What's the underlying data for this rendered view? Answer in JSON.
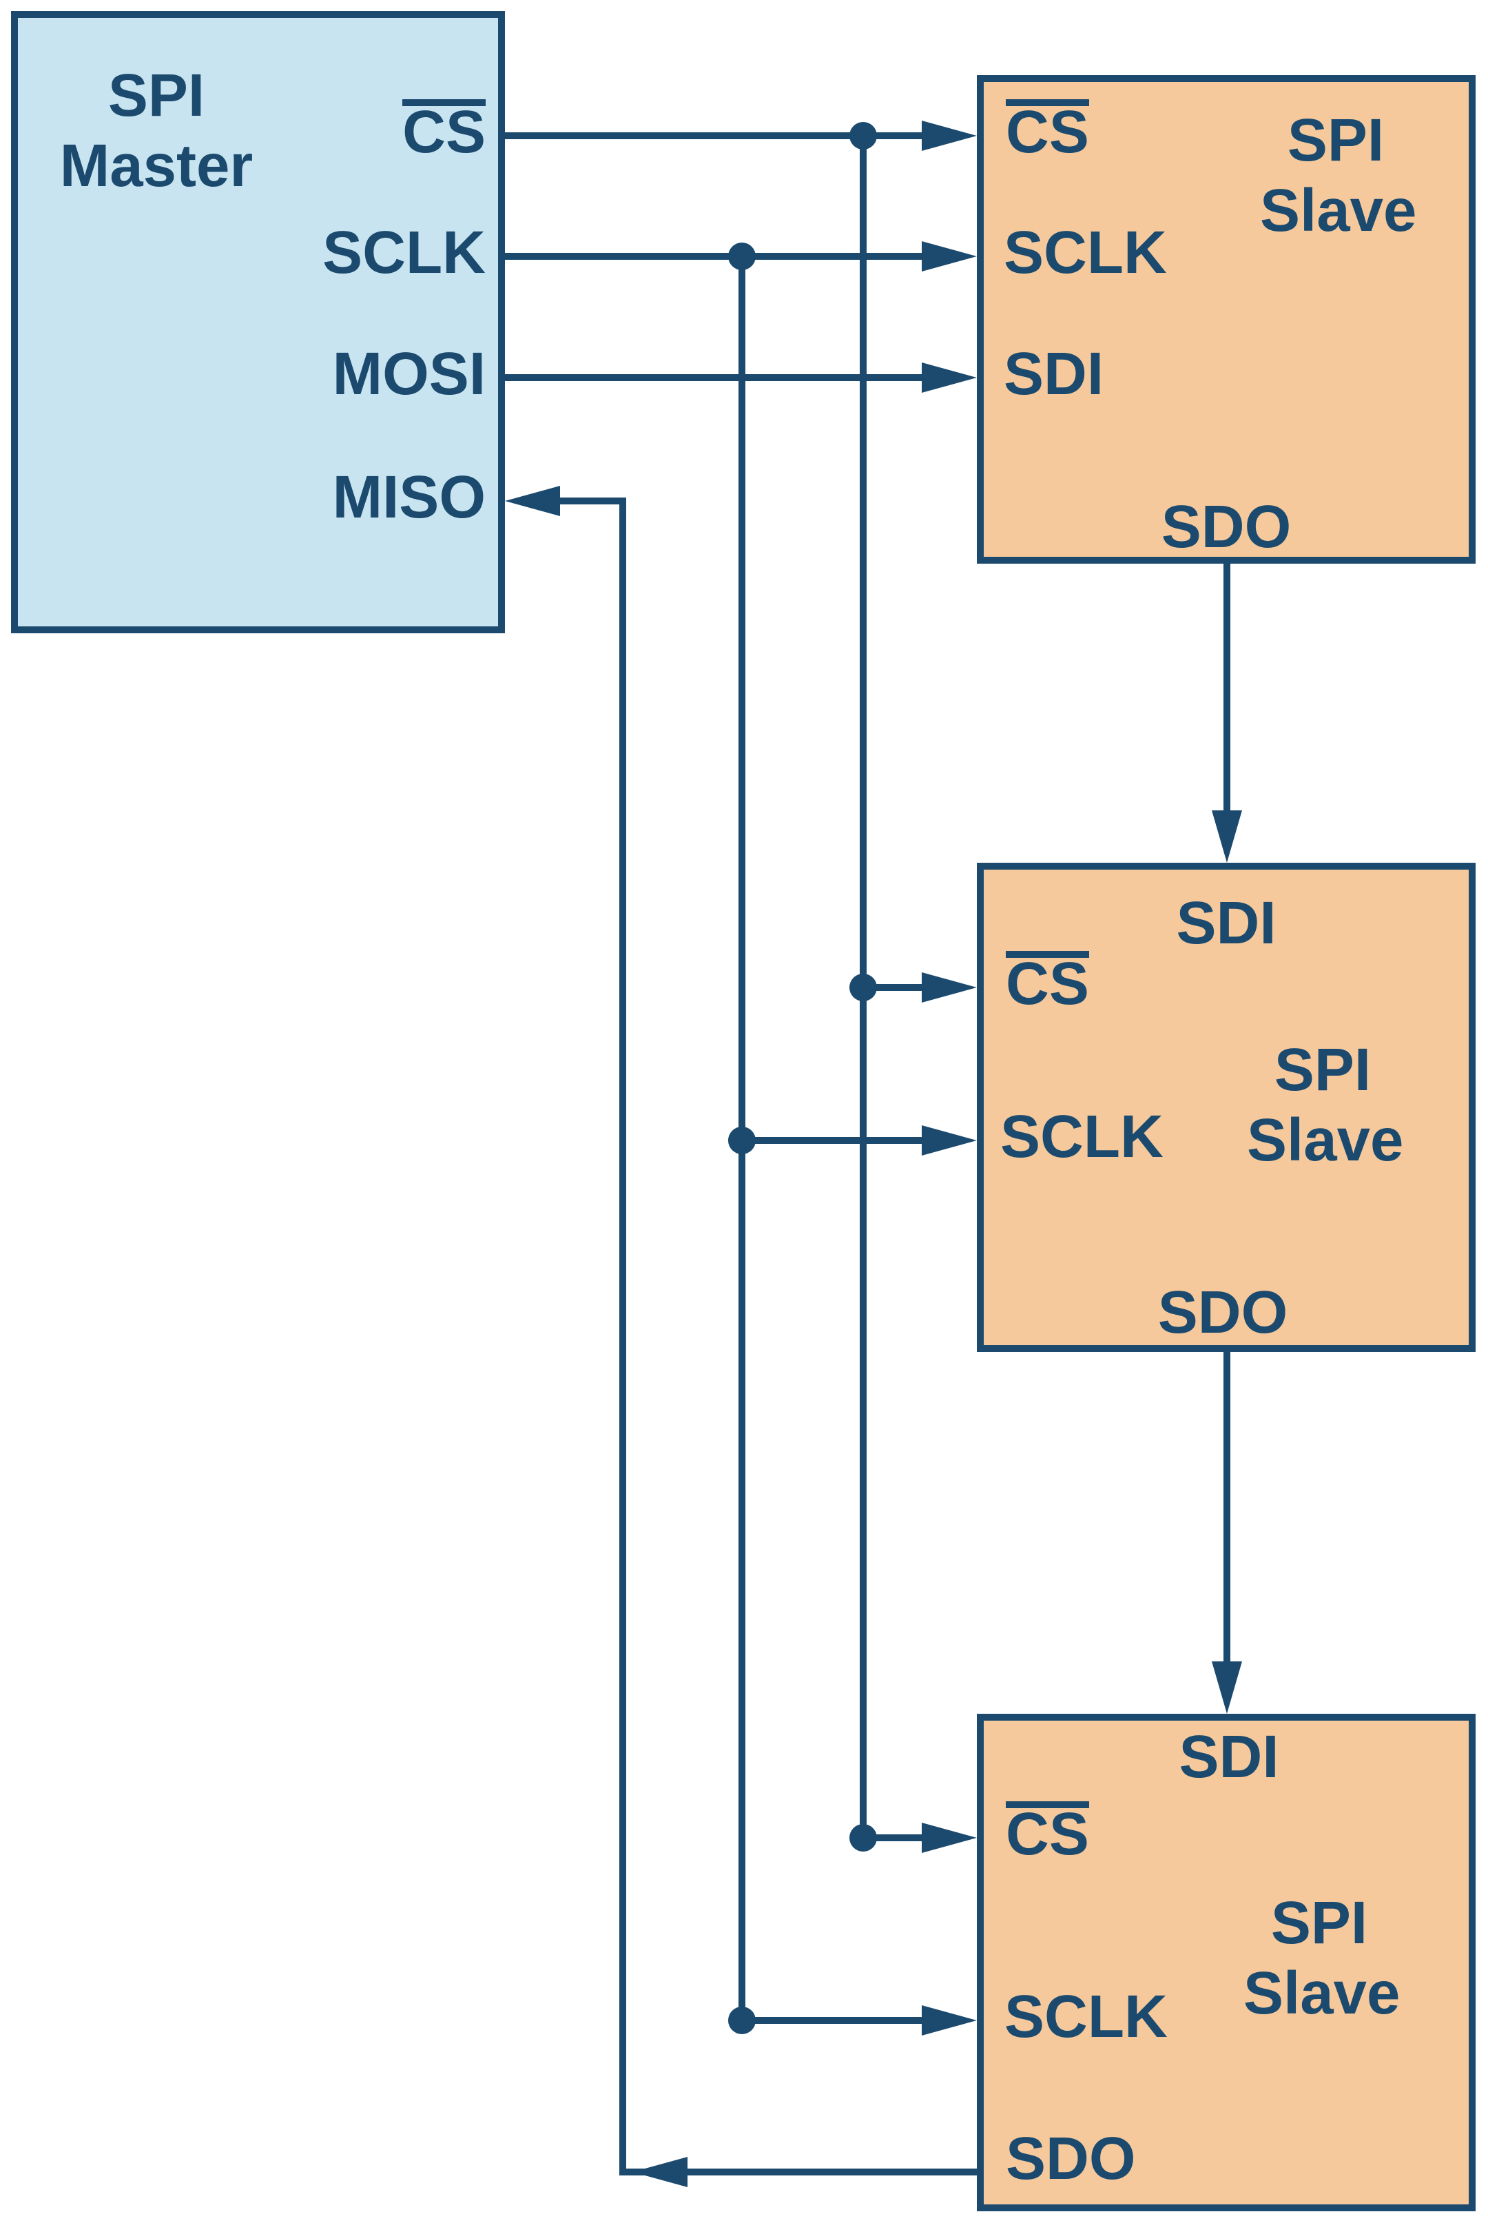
{
  "colors": {
    "navy": "#1B4A6E",
    "light_blue": "#C8E4F0",
    "orange": "#F5C99C",
    "page_bg": "#FFFFFF"
  },
  "master": {
    "title_line1": "SPI",
    "title_line2": "Master",
    "pins": {
      "cs": "CS",
      "sclk": "SCLK",
      "mosi": "MOSI",
      "miso": "MISO"
    }
  },
  "slaves": [
    {
      "title_line1": "SPI",
      "title_line2": "Slave",
      "pins": {
        "cs": "CS",
        "sclk": "SCLK",
        "sdi": "SDI",
        "sdo": "SDO"
      }
    },
    {
      "title_line1": "SPI",
      "title_line2": "Slave",
      "pins": {
        "sdi": "SDI",
        "cs": "CS",
        "sclk": "SCLK",
        "sdo": "SDO"
      }
    },
    {
      "title_line1": "SPI",
      "title_line2": "Slave",
      "pins": {
        "sdi": "SDI",
        "cs": "CS",
        "sclk": "SCLK",
        "sdo": "SDO"
      }
    }
  ]
}
